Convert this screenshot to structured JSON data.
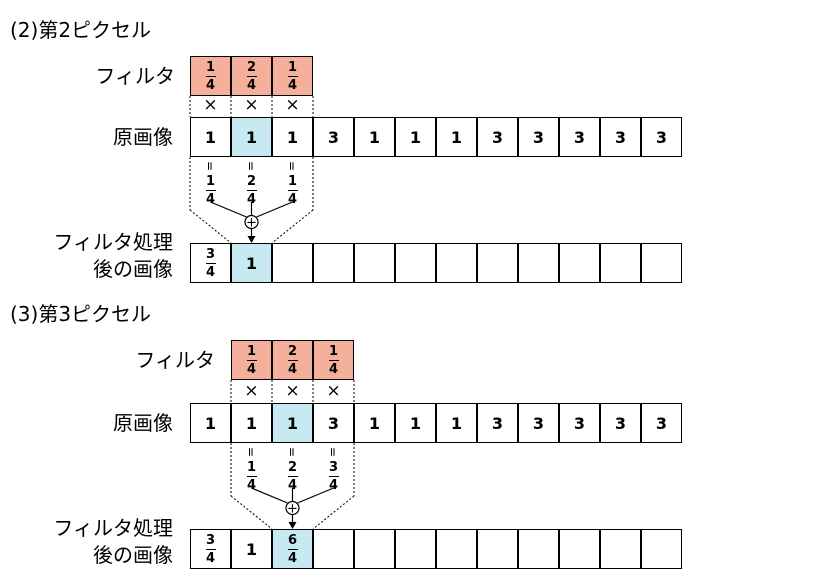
{
  "sections": [
    {
      "heading": "(2)第2ピクセル",
      "filter_label": "フィルタ",
      "original_label": "原画像",
      "result_label_line1": "フィルタ処理",
      "result_label_line2": "後の画像",
      "filter": [
        {
          "num": "1",
          "den": "4"
        },
        {
          "num": "2",
          "den": "4"
        },
        {
          "num": "1",
          "den": "4"
        }
      ],
      "times_symbol": "×",
      "original": [
        "1",
        "1",
        "1",
        "3",
        "1",
        "1",
        "1",
        "3",
        "3",
        "3",
        "3",
        "3"
      ],
      "highlight_index": 1,
      "products": [
        {
          "num": "1",
          "den": "4"
        },
        {
          "num": "2",
          "den": "4"
        },
        {
          "num": "1",
          "den": "4"
        }
      ],
      "sum_symbol": "+",
      "result": [
        {
          "type": "frac",
          "num": "3",
          "den": "4"
        },
        {
          "type": "text",
          "value": "1"
        }
      ]
    },
    {
      "heading": "(3)第3ピクセル",
      "filter_label": "フィルタ",
      "original_label": "原画像",
      "result_label_line1": "フィルタ処理",
      "result_label_line2": "後の画像",
      "filter": [
        {
          "num": "1",
          "den": "4"
        },
        {
          "num": "2",
          "den": "4"
        },
        {
          "num": "1",
          "den": "4"
        }
      ],
      "times_symbol": "×",
      "original": [
        "1",
        "1",
        "1",
        "3",
        "1",
        "1",
        "1",
        "3",
        "3",
        "3",
        "3",
        "3"
      ],
      "highlight_index": 2,
      "products": [
        {
          "num": "1",
          "den": "4"
        },
        {
          "num": "2",
          "den": "4"
        },
        {
          "num": "3",
          "den": "4"
        }
      ],
      "sum_symbol": "+",
      "result": [
        {
          "type": "frac",
          "num": "3",
          "den": "4"
        },
        {
          "type": "text",
          "value": "1"
        },
        {
          "type": "frac",
          "num": "6",
          "den": "4"
        }
      ]
    }
  ],
  "colors": {
    "filter_fill": "#f4b09a",
    "highlight_fill": "#c6e9f2",
    "line": "#000000"
  }
}
